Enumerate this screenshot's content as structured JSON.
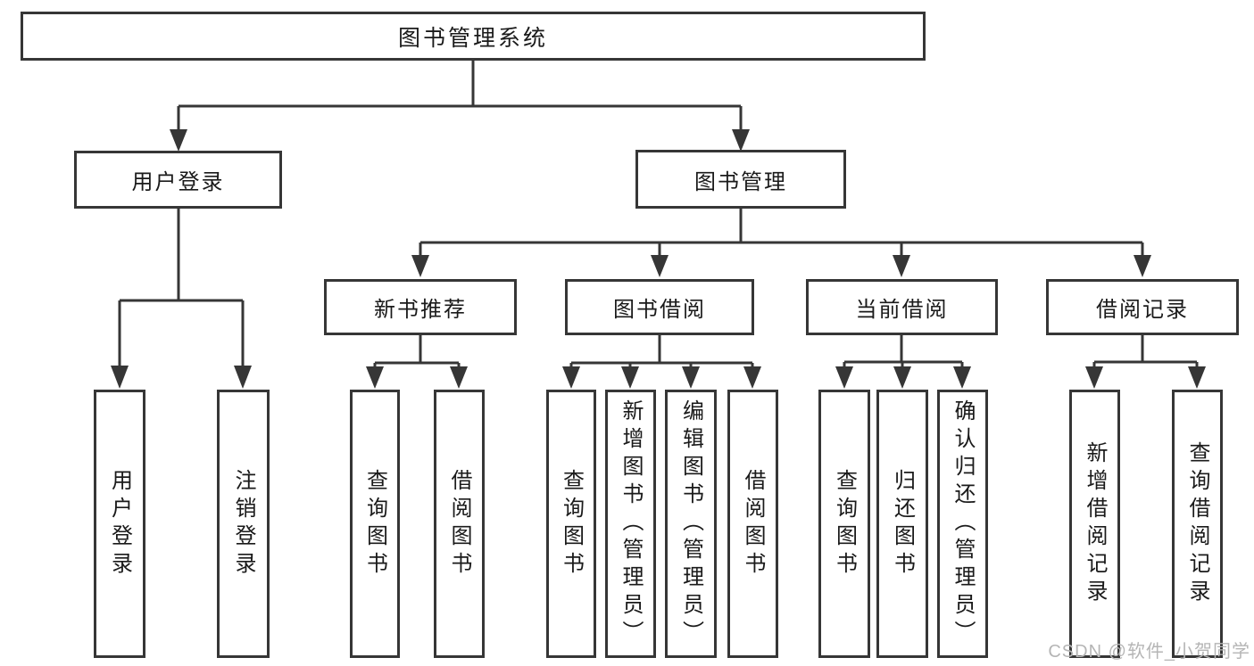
{
  "tree": {
    "label": "图书管理系统",
    "children": [
      {
        "label": "用户登录",
        "children": [
          {
            "label": "用户登录"
          },
          {
            "label": "注销登录"
          }
        ]
      },
      {
        "label": "图书管理",
        "children": [
          {
            "label": "新书推荐",
            "children": [
              {
                "label": "查询图书"
              },
              {
                "label": "借阅图书"
              }
            ]
          },
          {
            "label": "图书借阅",
            "children": [
              {
                "label": "查询图书"
              },
              {
                "label": "新增图书（管理员）"
              },
              {
                "label": "编辑图书（管理员）"
              },
              {
                "label": "借阅图书"
              }
            ]
          },
          {
            "label": "当前借阅",
            "children": [
              {
                "label": "查询图书"
              },
              {
                "label": "归还图书"
              },
              {
                "label": "确认归还（管理员）"
              }
            ]
          },
          {
            "label": "借阅记录",
            "children": [
              {
                "label": "新增借阅记录"
              },
              {
                "label": "查询借阅记录"
              }
            ]
          }
        ]
      }
    ]
  },
  "watermark": {
    "text": "CSDN @软件_小贺同学"
  },
  "colors": {
    "line": "#363636",
    "text": "#1a1a1a",
    "background": "#ffffff",
    "watermark": "#b5b5b5"
  }
}
